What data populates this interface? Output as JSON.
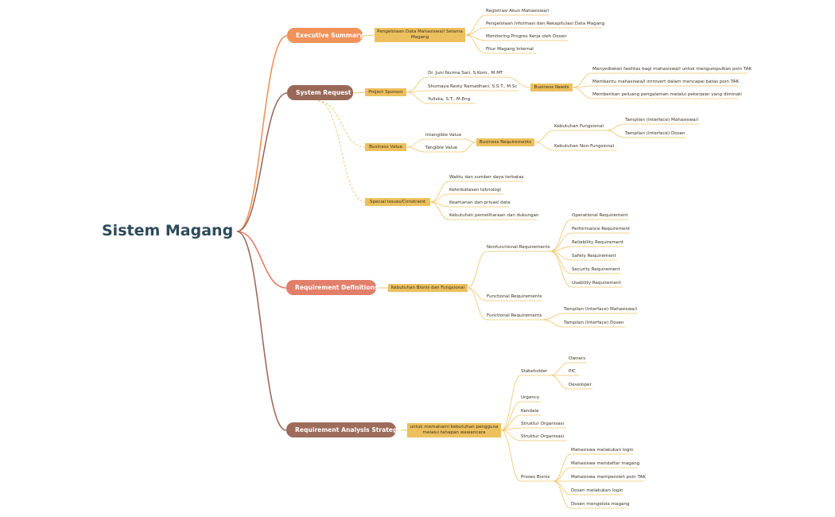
{
  "root": "Sistem Magang",
  "branches": {
    "executive_summary": "Executive Summary",
    "system_request": "System Request",
    "requirement_definitions": "Requirement Definitions",
    "requirement_analysis_strategy": "Requirement Analysis Strategy"
  },
  "executive_summary": {
    "topic": "Pengelolaan Data Mahasiswa/i Selama Magang",
    "items": [
      "Registrasi Akun Mahasiswa/i",
      "Pengelolaan Informasi dan Rekapitulasi Data Magang",
      "Monitoring Progres Kerja oleh Dosen",
      "Fitur Magang Internal"
    ]
  },
  "system_request": {
    "project_sponsor": "Project Sponsor",
    "sponsors": [
      "Dr. Juni Nurma Sari, S.Kom., M.MT",
      "Shumaya Resty Ramadhani, S.S.T., M.Sc",
      "Yuliska, S.T., M.Eng."
    ],
    "business_needs": "Business Needs",
    "needs": [
      "Menyediakan fasilitas bagi mahasiswa/i untuk mengumpulkan poin TAK",
      "Membantu mahasiswa/i introvert dalam mencapai batas poin TAK",
      "Memberikan peluang pengalaman melalui pekerjaan yang diminati"
    ],
    "business_value": "Business Value",
    "values": [
      "Intangible Value",
      "Tangible Value"
    ],
    "business_requirements": "Business Requirements",
    "kebutuhan_fungsional": "Kebutuhan Fungsional",
    "fungsional_items": [
      "Tampilan (Interface) Mahasiswa/i",
      "Tampilan (Interface) Dosen"
    ],
    "kebutuhan_non_fungsional": "Kebutuhan Non-Fungsional",
    "special_issues": "Special Issues/Constraint",
    "issues": [
      "Waktu dan sumber daya terbatas",
      "Keterbatasan teknologi",
      "Keamanan dan privasi data",
      "Kebutuhan pemeliharaan dan dukungan"
    ]
  },
  "requirement_definitions": {
    "topic": "Kebutuhan Bisnis dan Fungsional",
    "nonfunctional": "Nonfunctional Requirements",
    "nonfunctional_items": [
      "Operational Requirement",
      "Performance Requirement",
      "Reliability Requirement",
      "Safety Requirement",
      "Security Requirement",
      "Usability Requirement"
    ],
    "functional_1": "Functional Requirements",
    "functional_2": "Functional Requirements",
    "functional_items": [
      "Tampilan (Interface) Mahasiswa/i",
      "Tampilan (Interface) Dosen"
    ]
  },
  "requirement_analysis_strategy": {
    "topic": "untuk memahami kebutuhan pengguna melalui tahapan wawancara",
    "stakeholder": "Stakeholder",
    "stakeholder_items": [
      "Owners",
      "PIC",
      "Developer"
    ],
    "items": [
      "Urgency",
      "Kendala",
      "Struktur Organisasi",
      "Struktur Organisasi"
    ],
    "proses_bisnis": "Proses Bisnis",
    "proses_items": [
      "Mahasiswa melakukan login",
      "Mahasiswa mendaftar magang",
      "Mahasiswa memperoleh poin TAK",
      "Dosen melakukan login",
      "Dosen mengelola magang"
    ]
  },
  "colors": {
    "root_text": "#2d4a5a",
    "executive_summary": "#f0925a",
    "system_request": "#9a6858",
    "requirement_definitions": "#e27f6a",
    "requirement_analysis_strategy": "#9e6c5c",
    "topic_box": "#ecc05e",
    "branch_line": "#f0c46a"
  }
}
